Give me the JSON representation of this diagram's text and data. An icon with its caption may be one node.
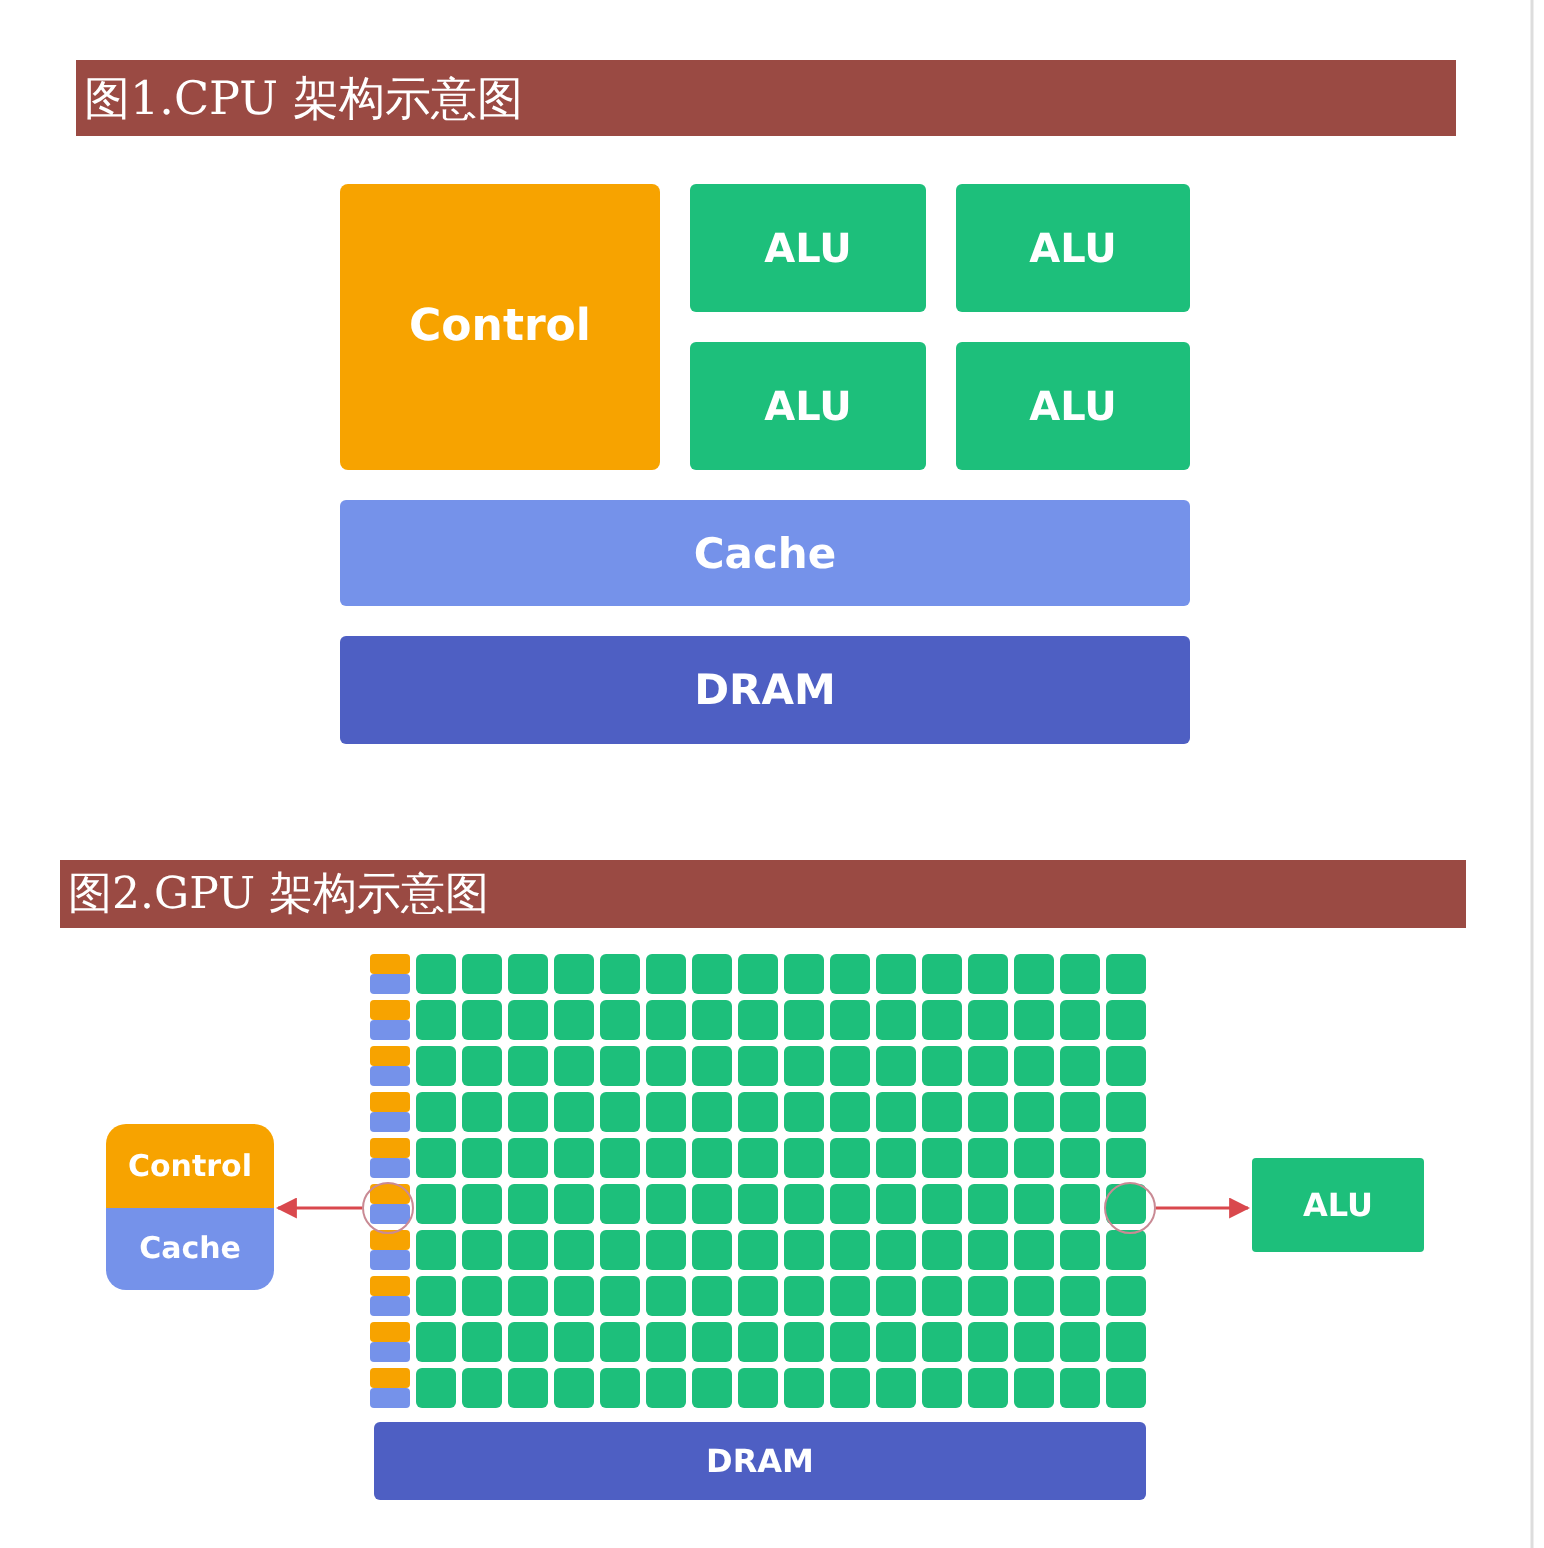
{
  "diagram": {
    "nodes": [
      {
        "text": [
          "图1.CPU 架构示意图"
        ]
      },
      {
        "text": [
          "Control"
        ]
      },
      {
        "text": [
          "ALU"
        ]
      },
      {
        "text": [
          "ALU"
        ]
      },
      {
        "text": [
          "ALU"
        ]
      },
      {
        "text": [
          "ALU"
        ]
      },
      {
        "text": [
          "Cache"
        ]
      },
      {
        "text": [
          "DRAM"
        ]
      },
      {
        "text": [
          "图2.GPU 架构示意图"
        ]
      },
      {
        "text": [
          "Control",
          "Cache"
        ]
      },
      {
        "text": [],
        "shape": "circle"
      },
      {
        "text": [],
        "shape": "circle"
      },
      {
        "text": [
          "ALU"
        ]
      },
      {
        "text": [
          "DRAM"
        ]
      }
    ],
    "edges": [
      {
        "from": 10,
        "to": 9,
        "arrow": "to"
      },
      {
        "from": 11,
        "to": 12,
        "arrow": "to"
      }
    ]
  }
}
